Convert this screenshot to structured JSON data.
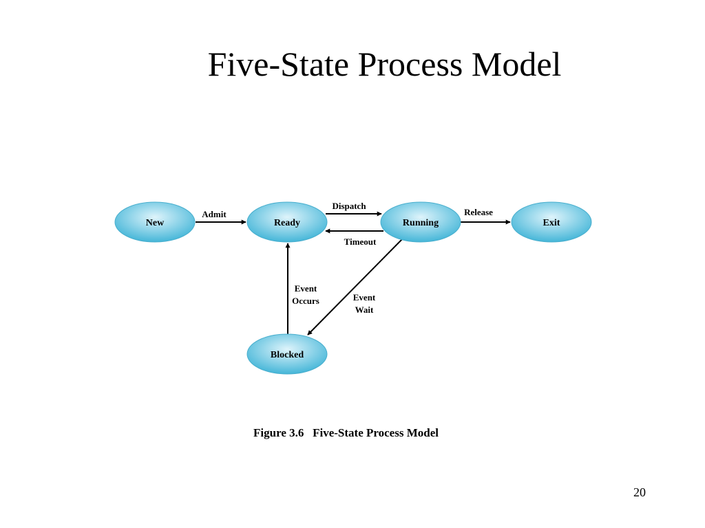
{
  "slide": {
    "title": "Five-State Process Model",
    "page_number": "20"
  },
  "figure": {
    "caption": "Figure 3.6   Five-State Process Model",
    "node_fill_light": "#dff4fb",
    "node_fill_dark": "#45b6d8",
    "arrow_color": "#000000"
  },
  "states": {
    "new": "New",
    "ready": "Ready",
    "running": "Running",
    "exit": "Exit",
    "blocked": "Blocked"
  },
  "transitions": {
    "admit": "Admit",
    "dispatch": "Dispatch",
    "timeout": "Timeout",
    "release": "Release",
    "event_occurs_line1": "Event",
    "event_occurs_line2": "Occurs",
    "event_wait_line1": "Event",
    "event_wait_line2": "Wait"
  }
}
